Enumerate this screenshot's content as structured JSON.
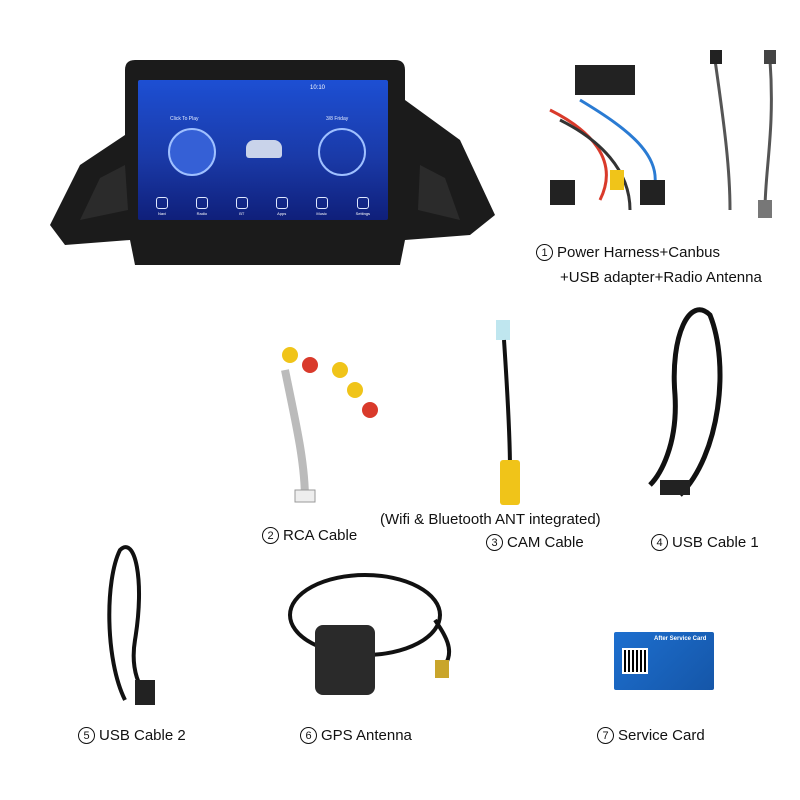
{
  "screen": {
    "time": "10:10",
    "widget_left": "Click To Play",
    "widget_right": "3/8 Friday",
    "apps": [
      "Navi",
      "Radio",
      "BT",
      "Apps",
      "Music",
      "Settings"
    ]
  },
  "items": {
    "i1_line1": "Power Harness+Canbus",
    "i1_line2": "+USB adapter+Radio Antenna",
    "i2": "RCA Cable",
    "i3_note": "(Wifi & Bluetooth ANT integrated)",
    "i3": "CAM Cable",
    "i4": "USB Cable 1",
    "i5": "USB Cable 2",
    "i6": "GPS Antenna",
    "i7": "Service Card"
  },
  "numbers": [
    "1",
    "2",
    "3",
    "4",
    "5",
    "6",
    "7"
  ],
  "card_title": "After Service Card",
  "colors": {
    "screen_blue": "#1d4fd3",
    "rca_red": "#d93a2b",
    "rca_yellow": "#f0c419",
    "frame_black": "#1b1b1b"
  }
}
